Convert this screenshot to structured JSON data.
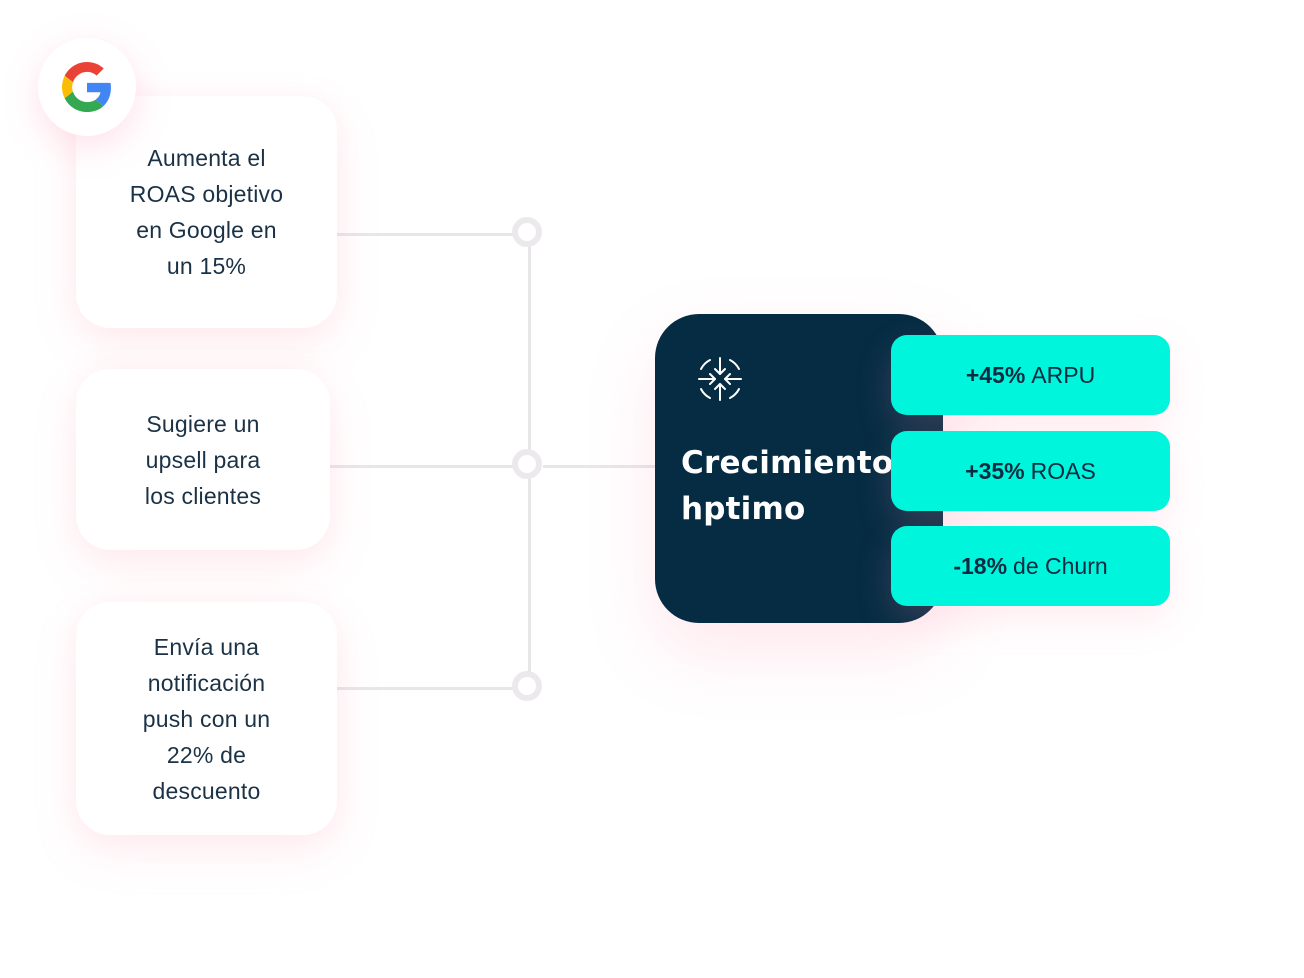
{
  "source_icon": "google-icon",
  "actions": [
    {
      "text": "Aumenta el ROAS objetivo en Google en un 15%"
    },
    {
      "text": "Sugiere un upsell para los clientes"
    },
    {
      "text": "Envía una notificación push con un 22% de descuento"
    }
  ],
  "action_lines": [
    [
      "Aumenta el",
      "ROAS objetivo",
      "en Google en",
      "un 15%"
    ],
    [
      "Sugiere un",
      "upsell para",
      "los clientes"
    ],
    [
      "Envía una",
      "notificación",
      "push con un",
      "22% de",
      "descuento"
    ]
  ],
  "growth": {
    "icon": "converge-arrows-icon",
    "title_line1": "Crecimiento",
    "title_line2": "hptimo"
  },
  "metrics": [
    {
      "value": "+45%",
      "label": "ARPU"
    },
    {
      "value": "+35%",
      "label": "ROAS"
    },
    {
      "value": "-18%",
      "label": "de Churn"
    }
  ],
  "colors": {
    "navy": "#052c43",
    "accent": "#00f5dd",
    "text": "#1b3246",
    "connector": "#e9e6ea"
  }
}
